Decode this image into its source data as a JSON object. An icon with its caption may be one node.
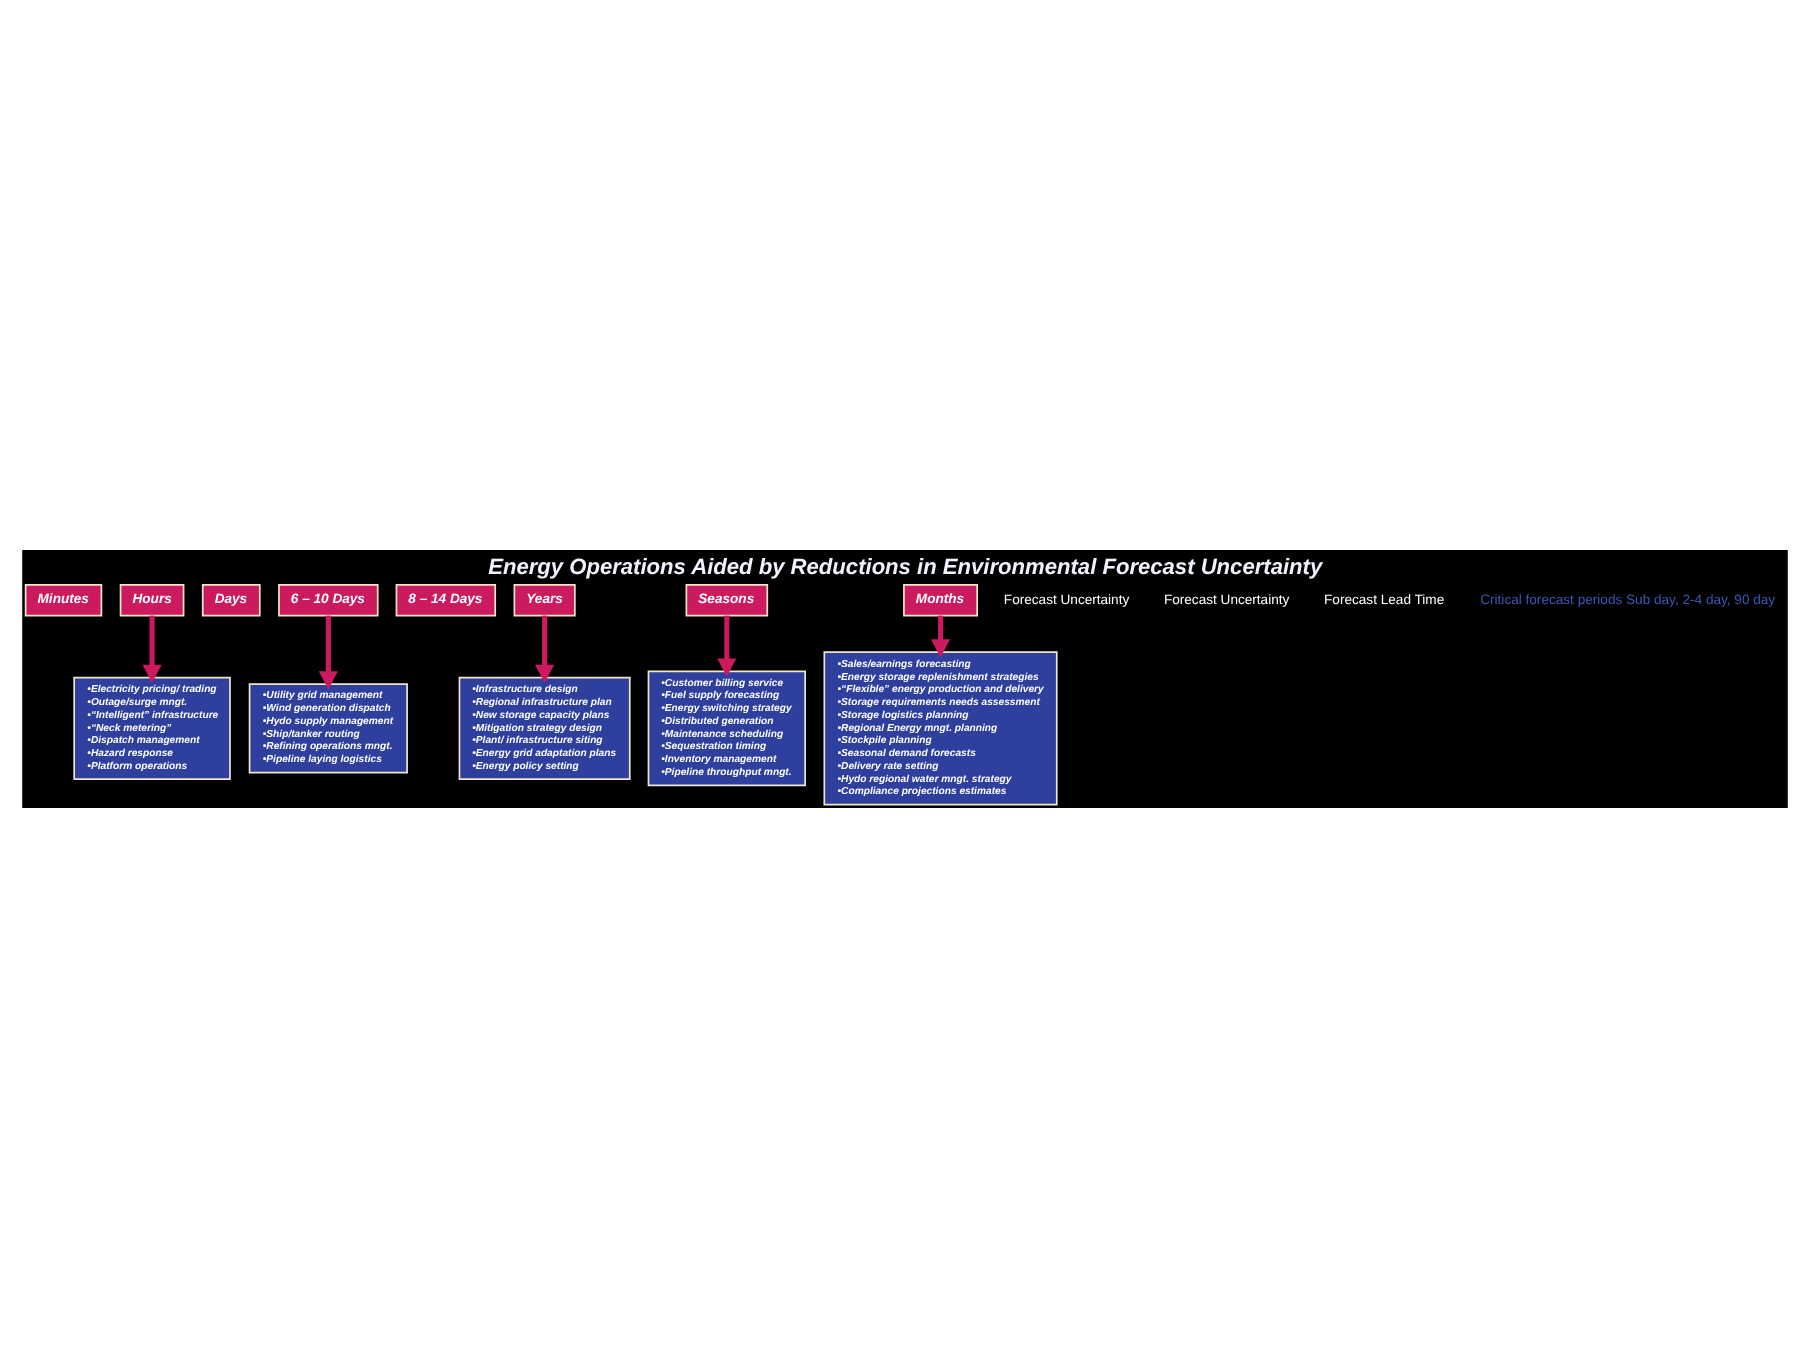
{
  "diagram": {
    "title": "Energy Operations Aided by Reductions in Environmental Forecast Uncertainty",
    "nodes": [
      {
        "text": [
          "•Sales/earnings forecasting",
          "•Energy storage replenishment strategies",
          "•“Flexible” energy production and delivery",
          "•Storage requirements needs assessment",
          "•Storage logistics planning",
          "•Regional Energy mngt. planning",
          "•Stockpile planning",
          "•Seasonal demand forecasts",
          "•Delivery rate setting",
          "•Hydo regional water mngt. strategy",
          "•Compliance projections estimates"
        ]
      },
      {
        "text": [
          "Months"
        ]
      },
      {
        "text": [
          "Seasons"
        ]
      },
      {
        "text": [
          "Years"
        ]
      },
      {
        "text": [
          "8 – 14 Days"
        ]
      },
      {
        "text": [
          "6 – 10 Days"
        ]
      },
      {
        "text": [
          "•Customer billing service",
          "•Fuel supply forecasting",
          "•Energy switching strategy",
          "•Distributed generation",
          "•Maintenance scheduling",
          "•Sequestration timing",
          "•Inventory management",
          "•Pipeline throughput mngt."
        ]
      },
      {
        "text": [
          "Days"
        ]
      },
      {
        "text": [
          "Hours"
        ]
      },
      {
        "text": [
          "•Infrastructure design",
          "•Regional infrastructure plan",
          "•New storage capacity plans",
          "•Mitigation strategy design",
          "•Plant/ infrastructure siting",
          "•Energy grid adaptation plans",
          "•Energy policy setting"
        ]
      },
      {
        "text": [
          "•Utility grid management",
          "•Wind generation dispatch",
          "•Hydo supply management",
          "•Ship/tanker routing",
          "•Refining operations mngt.",
          "•Pipeline laying logistics"
        ]
      },
      {
        "text": [
          "Minutes"
        ]
      },
      {
        "text": [
          "•Electricity pricing/ trading",
          "•Outage/surge mngt.",
          "•“Intelligent” infrastructure",
          "•“Neck metering”",
          "•Dispatch management",
          "•Hazard response",
          "•Platform operations"
        ]
      }
    ],
    "edges": [
      {
        "from": 1,
        "to": 0,
        "arrow": "to"
      },
      {
        "from": 2,
        "to": 6,
        "arrow": "to"
      },
      {
        "from": 3,
        "to": 9,
        "arrow": "to"
      },
      {
        "from": 5,
        "to": 10,
        "arrow": "to"
      },
      {
        "from": 8,
        "to": 12,
        "arrow": "to"
      }
    ],
    "labels": [
      "Forecast Uncertainty",
      "Forecast Uncertainty",
      "Forecast Lead Time",
      "Critical forecast periods Sub day, 2-4 day, 90 day"
    ]
  }
}
